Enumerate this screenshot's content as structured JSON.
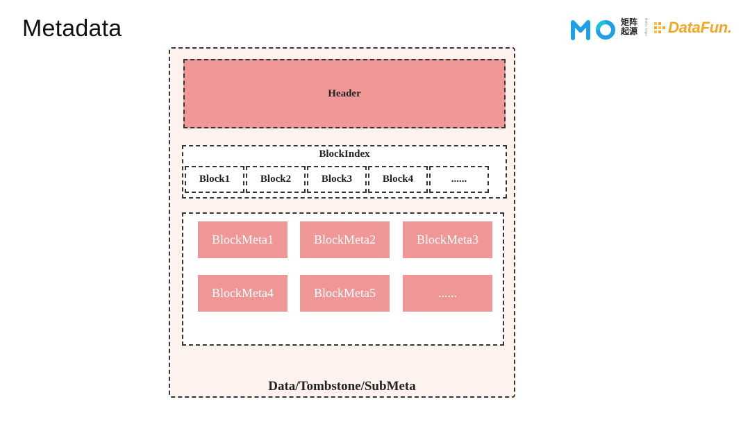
{
  "page": {
    "title": "Metadata"
  },
  "logos": {
    "mo_cn_line1": "矩阵",
    "mo_cn_line2": "起源",
    "mo_tiny": "Matrix Origin",
    "datafun_text": "DataFun."
  },
  "diagram": {
    "outer_label": "Data/Tombstone/SubMeta",
    "header_label": "Header",
    "block_index": {
      "label": "BlockIndex",
      "blocks": [
        "Block1",
        "Block2",
        "Block3",
        "Block4",
        "......"
      ]
    },
    "block_metas": [
      "BlockMeta1",
      "BlockMeta2",
      "BlockMeta3",
      "BlockMeta4",
      "BlockMeta5",
      "......"
    ]
  },
  "colors": {
    "header_fill": "#f09898",
    "meta_fill": "#ef9797",
    "outer_fill": "#fdf2ee",
    "mo_blue": "#1ea0e6",
    "datafun_orange": "#f5a623"
  }
}
